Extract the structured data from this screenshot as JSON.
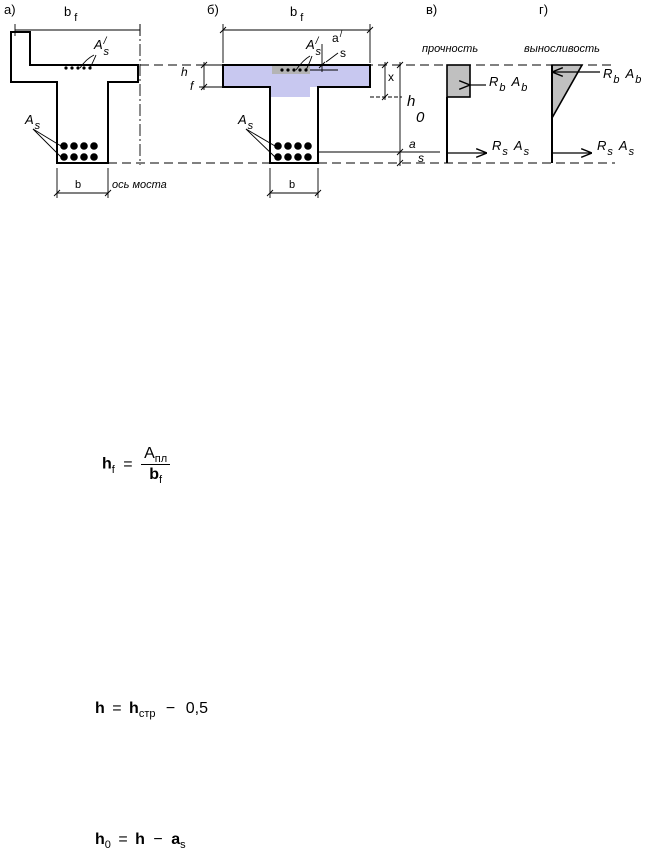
{
  "figure": {
    "panels": {
      "a": "а)",
      "b": "б)",
      "c": "в)",
      "d": "г)"
    },
    "labels": {
      "bf_main": "b",
      "bf_sub": "f",
      "as_prime_main": "A",
      "as_prime_sup": "/",
      "as_prime_sub": "s",
      "as_main": "A",
      "as_sub": "s",
      "b": "b",
      "bridge_axis": "ось моста",
      "hf_main": "h",
      "hf_sub": "f",
      "a_prime_main": "a",
      "a_prime_sup": "/",
      "a_prime_sub": "s",
      "x": "x",
      "h0_main": "h",
      "h0_sub": "0",
      "as_small_main": "a",
      "as_small_sub": "s",
      "strength": "прочность",
      "endurance": "выносливость",
      "rb_main": "R",
      "rb_sub": "b",
      "ab_main": "A",
      "ab_sub": "b",
      "rs_main": "R",
      "rs_sub": "s",
      "as_force_main": "A",
      "as_force_sub": "s"
    },
    "colors": {
      "slab_fill": "#c8c8f0",
      "stress_fill": "#c0c0c0"
    }
  },
  "formulas": {
    "f1": {
      "lhs": "h",
      "lhs_sub": "f",
      "eq": "=",
      "num": "A",
      "num_sub": "пл",
      "den": "b",
      "den_sub": "f"
    },
    "f2": {
      "lhs": "h",
      "eq": "=",
      "rhs": "h",
      "rhs_sub": "стр",
      "minus": "−",
      "value": "0,5"
    },
    "f3": {
      "lhs": "h",
      "lhs_sub": "0",
      "eq": "=",
      "rhs1": "h",
      "minus": "−",
      "rhs2": "a",
      "rhs2_sub": "s"
    }
  }
}
